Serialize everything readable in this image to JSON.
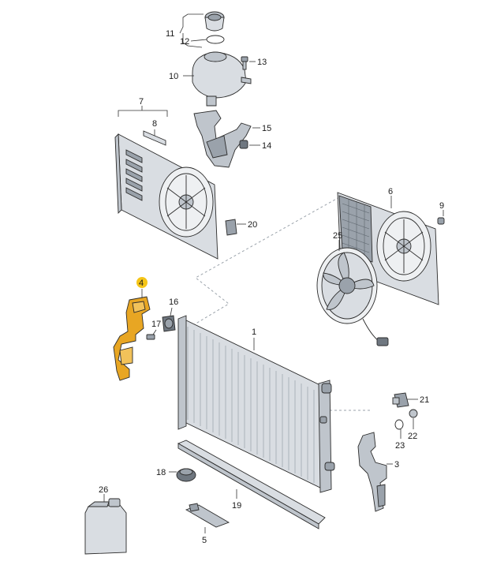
{
  "diagram": {
    "callouts": [
      {
        "id": "c1",
        "label": "1"
      },
      {
        "id": "c3",
        "label": "3"
      },
      {
        "id": "c4",
        "label": "4",
        "highlighted": true
      },
      {
        "id": "c5",
        "label": "5"
      },
      {
        "id": "c6",
        "label": "6"
      },
      {
        "id": "c7",
        "label": "7"
      },
      {
        "id": "c8",
        "label": "8"
      },
      {
        "id": "c9",
        "label": "9"
      },
      {
        "id": "c10",
        "label": "10"
      },
      {
        "id": "c11",
        "label": "11"
      },
      {
        "id": "c12",
        "label": "12"
      },
      {
        "id": "c13",
        "label": "13"
      },
      {
        "id": "c14",
        "label": "14"
      },
      {
        "id": "c15",
        "label": "15"
      },
      {
        "id": "c16",
        "label": "16"
      },
      {
        "id": "c17",
        "label": "17"
      },
      {
        "id": "c18",
        "label": "18"
      },
      {
        "id": "c19",
        "label": "19"
      },
      {
        "id": "c20",
        "label": "20"
      },
      {
        "id": "c21",
        "label": "21"
      },
      {
        "id": "c22",
        "label": "22"
      },
      {
        "id": "c23",
        "label": "23"
      },
      {
        "id": "c25",
        "label": "25"
      },
      {
        "id": "c26",
        "label": "26"
      }
    ],
    "colors": {
      "highlight": "#e8a623",
      "highlight_marker": "#f5c518",
      "part_fill": "#d9dde2",
      "outline": "#2b2b2b"
    }
  }
}
